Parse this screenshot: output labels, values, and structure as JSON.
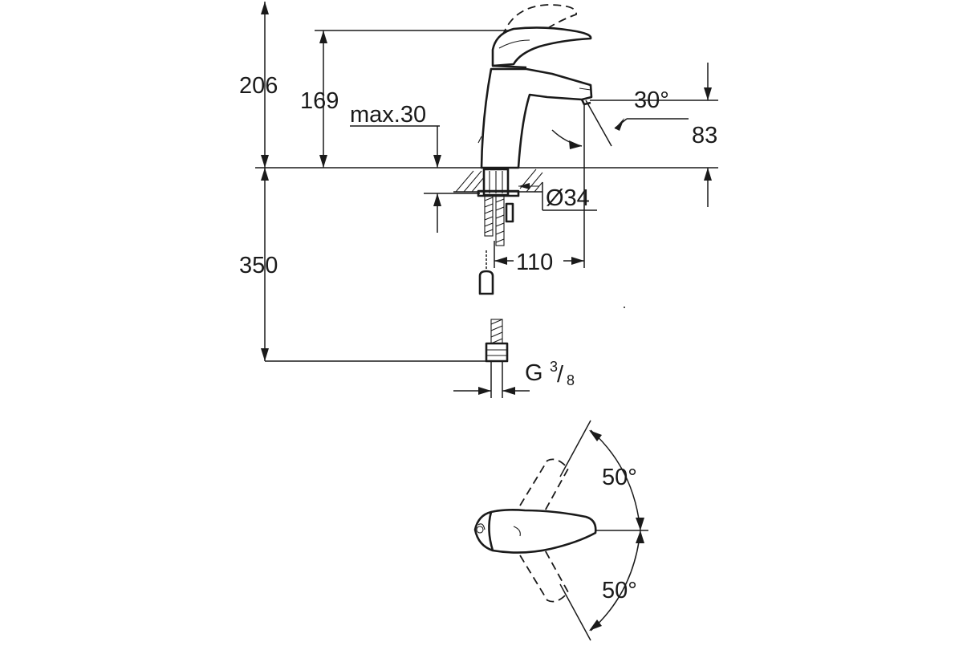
{
  "drawing": {
    "dimensions": {
      "total_height": "206",
      "spout_height": "169",
      "max_counter_thickness": "max.30",
      "spout_angle": "30°",
      "outlet_height": "83",
      "hole_diameter": "Ø34",
      "hose_length": "350",
      "spout_reach": "110",
      "connection_thread_prefix": "G",
      "connection_thread_num": "3",
      "connection_thread_den": "8",
      "lever_swing_upper": "50°",
      "lever_swing_lower": "50°"
    }
  }
}
